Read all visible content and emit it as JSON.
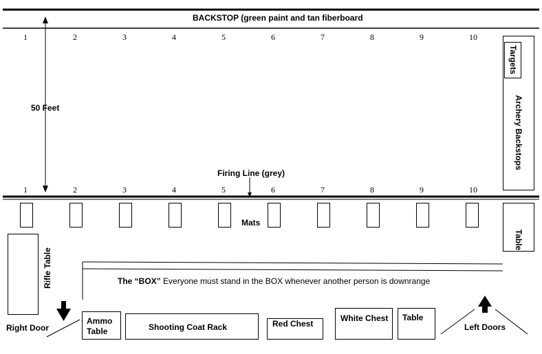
{
  "backstop_label": "BACKSTOP   (green paint and tan fiberboard",
  "top_numbers": [
    "1",
    "2",
    "3",
    "4",
    "5",
    "6",
    "7",
    "8",
    "9",
    "10"
  ],
  "bottom_numbers": [
    "1",
    "2",
    "3",
    "4",
    "5",
    "6",
    "7",
    "8",
    "9",
    "10"
  ],
  "distance_label": "50 Feet",
  "firing_line_label": "Firing Line (grey)",
  "mats_label": "Mats",
  "targets_label": "Targets",
  "archery_label": "Archery Backstops",
  "table_right_label": "Table",
  "rifle_table_label": "Rifle Table",
  "box_title": "The “BOX”",
  "box_text": "Everyone must stand in the BOX whenever another person is downrange",
  "right_door_label": "Right Door",
  "ammo_table_label_1": "Ammo",
  "ammo_table_label_2": "Table",
  "coat_rack_label": "Shooting Coat Rack",
  "red_chest_label": "Red Chest",
  "white_chest_label": "White Chest",
  "table_bottom_label": "Table",
  "left_doors_label": "Left Doors"
}
